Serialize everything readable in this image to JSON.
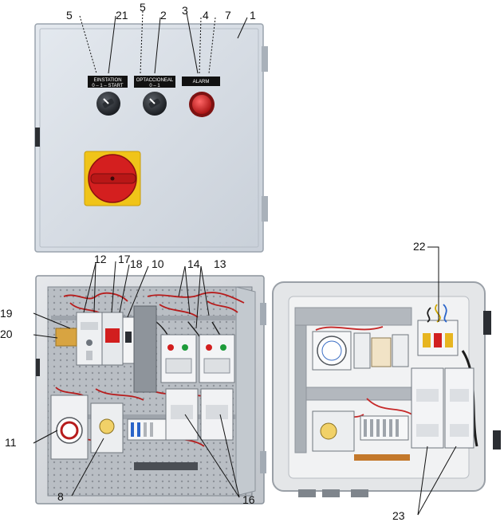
{
  "door_labels": {
    "left_title": "EINSTATION",
    "left_sub": "0 – 1 – START",
    "mid_title": "OPTACCIONEAL",
    "mid_sub": "0 – 1",
    "right_title": "ALARM"
  },
  "callouts": {
    "c1": "1",
    "c2": "2",
    "c3": "3",
    "c4": "4",
    "c5a": "5",
    "c5b": "5",
    "c7": "7",
    "c8": "8",
    "c10": "10",
    "c11": "11",
    "c12": "12",
    "c13": "13",
    "c14": "14",
    "c16": "16",
    "c17": "17",
    "c18": "18",
    "c19": "19",
    "c20": "20",
    "c21": "21",
    "c22": "22",
    "c23": "23"
  },
  "colors": {
    "enclosure": "#d6dce4",
    "switch_yellow": "#f0c419",
    "switch_red": "#d41f1f",
    "alarm_lamp": "#cc1b1b",
    "label_plate": "#111111"
  }
}
